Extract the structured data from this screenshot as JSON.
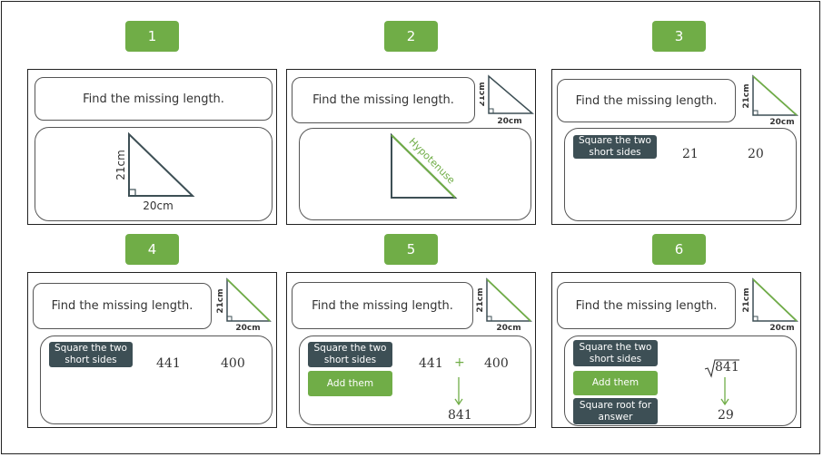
{
  "steps": [
    "1",
    "2",
    "3",
    "4",
    "5",
    "6"
  ],
  "question": "Find the missing length.",
  "triangle": {
    "height_label": "21cm",
    "base_label": "20cm",
    "hyp_label": "Hypotenuse"
  },
  "step_labels": {
    "square": "Square the two short sides",
    "add": "Add them",
    "root": "Square root for answer"
  },
  "values": {
    "a": "21",
    "b": "20",
    "a_sq": "441",
    "b_sq": "400",
    "plus": "+",
    "sum": "841",
    "answer": "29"
  },
  "colors": {
    "accent": "#70ad47",
    "dark": "#3d4f55"
  }
}
